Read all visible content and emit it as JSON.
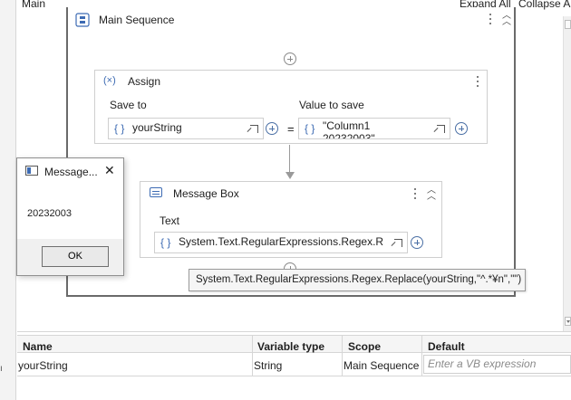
{
  "top": {
    "left_label": "Main",
    "expand_all": "Expand All",
    "collapse_all": "Collapse All"
  },
  "sequence": {
    "title": "Main Sequence"
  },
  "assign": {
    "title": "Assign",
    "save_to_label": "Save to",
    "value_label": "Value to save",
    "save_to_value": "yourString",
    "value_value": "\"Column1",
    "value_value_line2": "20232003\"",
    "equals": "="
  },
  "message_box_activity": {
    "title": "Message Box",
    "text_label": "Text",
    "text_value": "System.Text.RegularExpressions.Regex.Repl"
  },
  "tooltip": {
    "text": "System.Text.RegularExpressions.Regex.Replace(yourString,\"^.*¥n\",\"\")"
  },
  "dialog": {
    "title": "Message...",
    "body": "20232003",
    "ok_label": "OK"
  },
  "variables": {
    "headers": [
      "Name",
      "Variable type",
      "Scope",
      "Default"
    ],
    "rows": [
      {
        "name": "yourString",
        "type": "String",
        "scope": "Main Sequence",
        "default_placeholder": "Enter a VB expression"
      }
    ]
  },
  "icons": {
    "sequence": "sequence-icon",
    "assign": "assign-variable-icon",
    "message_box": "message-box-icon",
    "add": "add-circle-icon",
    "expand_field": "expand-field-icon",
    "more": "more-vertical-icon",
    "collapse": "collapse-chevrons-icon",
    "close": "close-icon"
  },
  "colors": {
    "accent": "#3d6bb3",
    "border": "#cfcfcf",
    "sequence_border": "#6a6a6a"
  }
}
